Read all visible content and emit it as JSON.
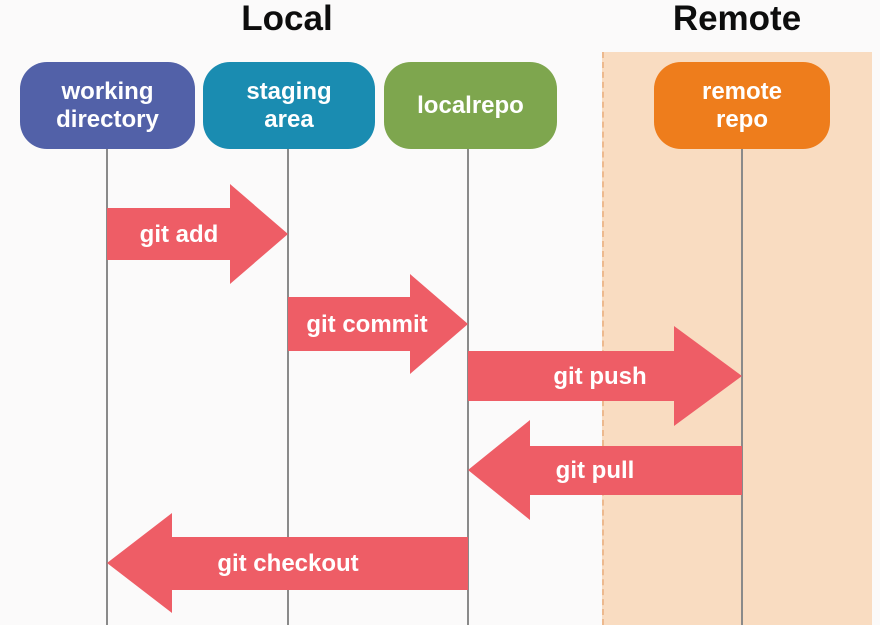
{
  "diagram": {
    "type": "git-workflow-sequence-diagram",
    "titles": {
      "local": "Local",
      "remote": "Remote"
    },
    "nodes": [
      {
        "id": "working-directory",
        "label": "working directory",
        "color": "#5261a8",
        "section": "local"
      },
      {
        "id": "staging-area",
        "label": "staging area",
        "color": "#1a8cb1",
        "section": "local"
      },
      {
        "id": "localrepo",
        "label": "localrepo",
        "color": "#7ea64e",
        "section": "local"
      },
      {
        "id": "remote-repo",
        "label": "remote repo",
        "color": "#ee7d1c",
        "section": "remote"
      }
    ],
    "arrows": [
      {
        "label": "git add",
        "from": "working-directory",
        "to": "staging-area",
        "direction": "right"
      },
      {
        "label": "git commit",
        "from": "staging-area",
        "to": "localrepo",
        "direction": "right"
      },
      {
        "label": "git push",
        "from": "localrepo",
        "to": "remote-repo",
        "direction": "right"
      },
      {
        "label": "git pull",
        "from": "remote-repo",
        "to": "localrepo",
        "direction": "left"
      },
      {
        "label": "git checkout",
        "from": "localrepo",
        "to": "working-directory",
        "direction": "left"
      }
    ],
    "colors": {
      "arrow": "#ee5d66",
      "remote_panel_bg": "#f9dcc1",
      "remote_panel_border": "#edb98e",
      "lifeline": "#8a8a8a",
      "background": "#fbfafa",
      "title_text": "#0d0d0d",
      "label_text": "#ffffff"
    }
  }
}
